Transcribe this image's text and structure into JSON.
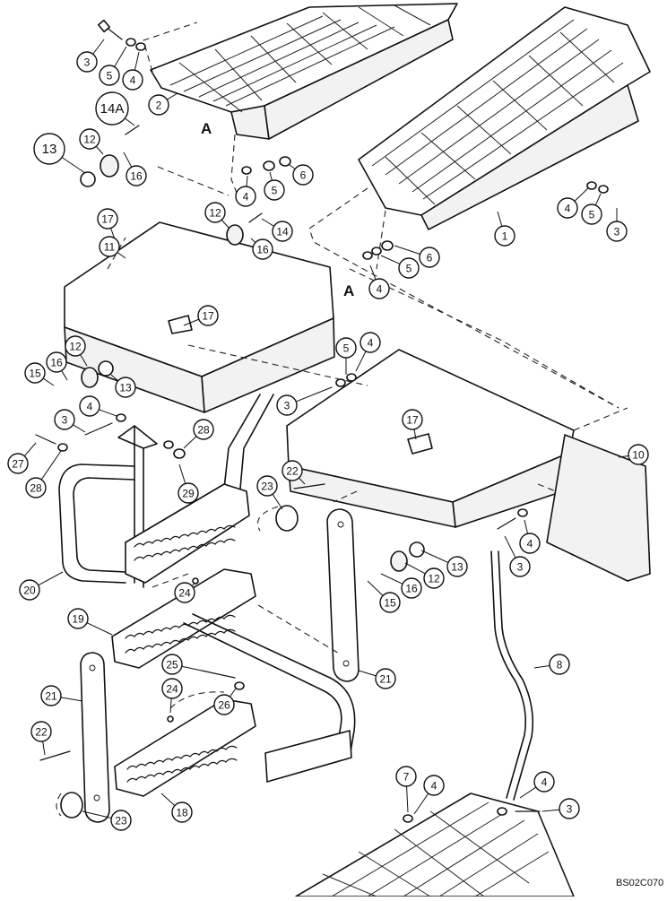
{
  "diagram": {
    "reference_code": "BS02C070",
    "section_marks": [
      "A",
      "A"
    ],
    "callouts": [
      {
        "id": "c1",
        "label": "1"
      },
      {
        "id": "c2",
        "label": "2"
      },
      {
        "id": "c3a",
        "label": "3"
      },
      {
        "id": "c5a",
        "label": "5"
      },
      {
        "id": "c4a",
        "label": "4"
      },
      {
        "id": "c14a",
        "label": "14A"
      },
      {
        "id": "c13a",
        "label": "13"
      },
      {
        "id": "c12a",
        "label": "12"
      },
      {
        "id": "c16a",
        "label": "16"
      },
      {
        "id": "c4b",
        "label": "4"
      },
      {
        "id": "c5b",
        "label": "5"
      },
      {
        "id": "c6a",
        "label": "6"
      },
      {
        "id": "c4c",
        "label": "4"
      },
      {
        "id": "c5c",
        "label": "5"
      },
      {
        "id": "c3b",
        "label": "3"
      },
      {
        "id": "c17a",
        "label": "17"
      },
      {
        "id": "c11",
        "label": "11"
      },
      {
        "id": "c12b",
        "label": "12"
      },
      {
        "id": "c14b",
        "label": "14"
      },
      {
        "id": "c16b",
        "label": "16"
      },
      {
        "id": "c6b",
        "label": "6"
      },
      {
        "id": "c5d",
        "label": "5"
      },
      {
        "id": "c4d",
        "label": "4"
      },
      {
        "id": "c17b",
        "label": "17"
      },
      {
        "id": "c12c",
        "label": "12"
      },
      {
        "id": "c15a",
        "label": "15"
      },
      {
        "id": "c16c",
        "label": "16"
      },
      {
        "id": "c13b",
        "label": "13"
      },
      {
        "id": "c5e",
        "label": "5"
      },
      {
        "id": "c4e",
        "label": "4"
      },
      {
        "id": "c3c",
        "label": "3"
      },
      {
        "id": "c4f",
        "label": "4"
      },
      {
        "id": "c3d",
        "label": "3"
      },
      {
        "id": "c28a",
        "label": "28"
      },
      {
        "id": "c27",
        "label": "27"
      },
      {
        "id": "c28b",
        "label": "28"
      },
      {
        "id": "c29",
        "label": "29"
      },
      {
        "id": "c17c",
        "label": "17"
      },
      {
        "id": "c10",
        "label": "10"
      },
      {
        "id": "c22a",
        "label": "22"
      },
      {
        "id": "c23a",
        "label": "23"
      },
      {
        "id": "c20",
        "label": "20"
      },
      {
        "id": "c24a",
        "label": "24"
      },
      {
        "id": "c4g",
        "label": "4"
      },
      {
        "id": "c3e",
        "label": "3"
      },
      {
        "id": "c13c",
        "label": "13"
      },
      {
        "id": "c12d",
        "label": "12"
      },
      {
        "id": "c16d",
        "label": "16"
      },
      {
        "id": "c15b",
        "label": "15"
      },
      {
        "id": "c19",
        "label": "19"
      },
      {
        "id": "c8",
        "label": "8"
      },
      {
        "id": "c21a",
        "label": "21"
      },
      {
        "id": "c25",
        "label": "25"
      },
      {
        "id": "c21b",
        "label": "21"
      },
      {
        "id": "c24b",
        "label": "24"
      },
      {
        "id": "c26",
        "label": "26"
      },
      {
        "id": "c22b",
        "label": "22"
      },
      {
        "id": "c7",
        "label": "7"
      },
      {
        "id": "c4h",
        "label": "4"
      },
      {
        "id": "c4i",
        "label": "4"
      },
      {
        "id": "c3f",
        "label": "3"
      },
      {
        "id": "c18",
        "label": "18"
      },
      {
        "id": "c23b",
        "label": "23"
      }
    ]
  }
}
